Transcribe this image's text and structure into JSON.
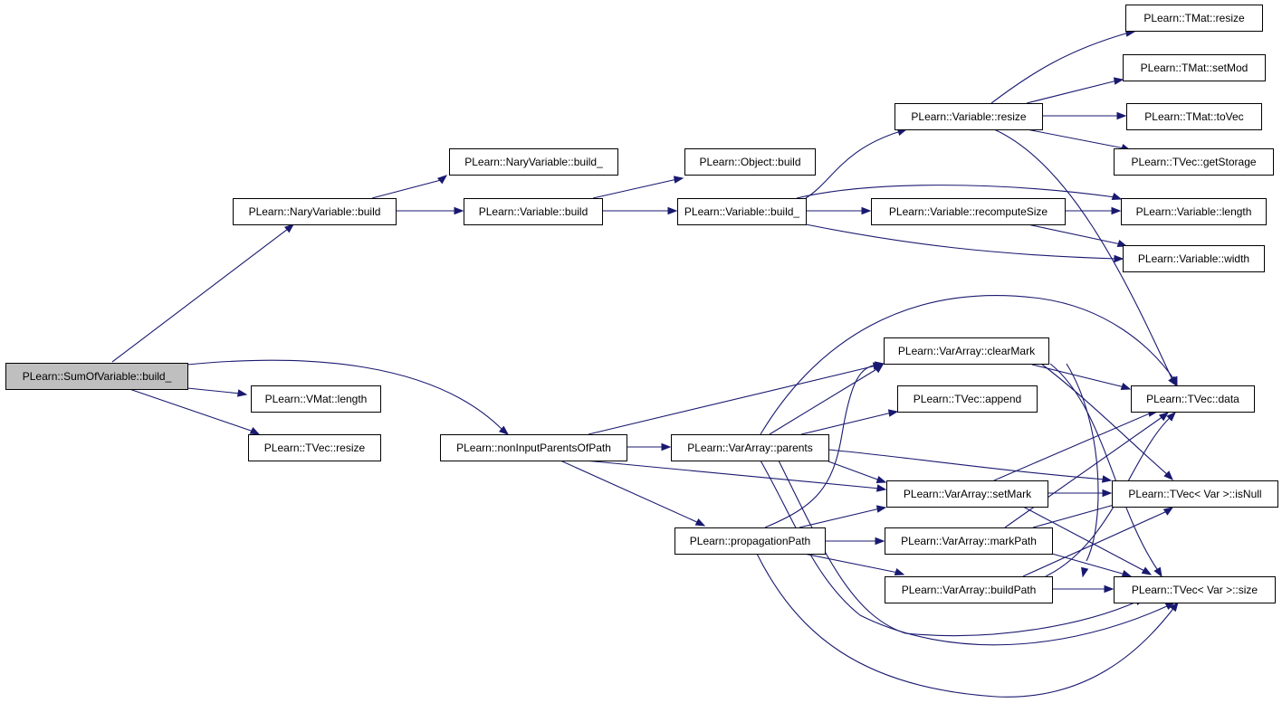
{
  "graph": {
    "root": "PLearn::SumOfVariable::build_",
    "edge_color": "#191970",
    "root_fill": "#bfbfbf",
    "nodes": [
      {
        "id": "sumofvar_build_",
        "label": "PLearn::SumOfVariable::build_",
        "root": true
      },
      {
        "id": "naryvar_build",
        "label": "PLearn::NaryVariable::build"
      },
      {
        "id": "naryvar_build_",
        "label": "PLearn::NaryVariable::build_"
      },
      {
        "id": "variable_build",
        "label": "PLearn::Variable::build"
      },
      {
        "id": "object_build",
        "label": "PLearn::Object::build"
      },
      {
        "id": "variable_build_",
        "label": "PLearn::Variable::build_"
      },
      {
        "id": "variable_resize",
        "label": "PLearn::Variable::resize"
      },
      {
        "id": "variable_recomputesize",
        "label": "PLearn::Variable::recomputeSize"
      },
      {
        "id": "tmat_resize",
        "label": "PLearn::TMat::resize"
      },
      {
        "id": "tmat_setmod",
        "label": "PLearn::TMat::setMod"
      },
      {
        "id": "tmat_tovec",
        "label": "PLearn::TMat::toVec"
      },
      {
        "id": "tvec_getstorage",
        "label": "PLearn::TVec::getStorage"
      },
      {
        "id": "variable_length",
        "label": "PLearn::Variable::length"
      },
      {
        "id": "variable_width",
        "label": "PLearn::Variable::width"
      },
      {
        "id": "vmat_length",
        "label": "PLearn::VMat::length"
      },
      {
        "id": "tvec_resize",
        "label": "PLearn::TVec::resize"
      },
      {
        "id": "noninputparents",
        "label": "PLearn::nonInputParentsOfPath"
      },
      {
        "id": "vararray_clearmark",
        "label": "PLearn::VarArray::clearMark"
      },
      {
        "id": "tvec_append",
        "label": "PLearn::TVec::append"
      },
      {
        "id": "vararray_parents",
        "label": "PLearn::VarArray::parents"
      },
      {
        "id": "vararray_setmark",
        "label": "PLearn::VarArray::setMark"
      },
      {
        "id": "propagationpath",
        "label": "PLearn::propagationPath"
      },
      {
        "id": "vararray_markpath",
        "label": "PLearn::VarArray::markPath"
      },
      {
        "id": "vararray_buildpath",
        "label": "PLearn::VarArray::buildPath"
      },
      {
        "id": "tvec_data",
        "label": "PLearn::TVec::data"
      },
      {
        "id": "tvec_isnull",
        "label": "PLearn::TVec< Var >::isNull"
      },
      {
        "id": "tvec_size",
        "label": "PLearn::TVec< Var >::size"
      }
    ]
  }
}
